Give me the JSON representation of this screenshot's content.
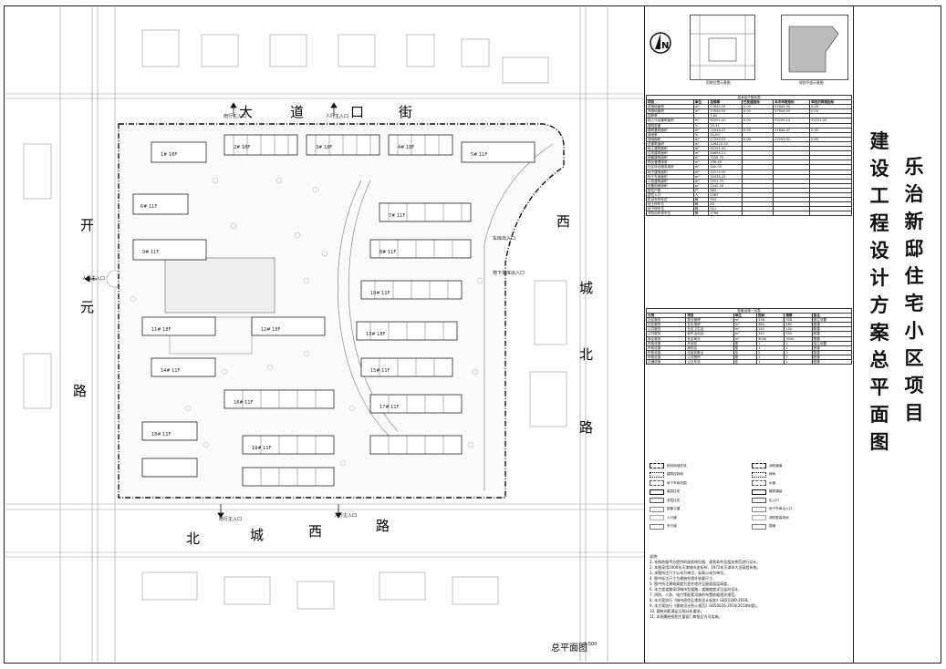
{
  "drawing": {
    "title_right": [
      "乐",
      "治",
      "新",
      "邸",
      "住",
      "宅",
      "小",
      "区",
      "项",
      "目"
    ],
    "title_left": [
      "建",
      "设",
      "工",
      "程",
      "设",
      "计",
      "方",
      "案",
      "总",
      "平",
      "面",
      "图"
    ],
    "plan_title": "总平面图",
    "plan_scale": "1:500"
  },
  "streets": {
    "top": [
      "大",
      "道",
      "口",
      "街"
    ],
    "left": [
      "开",
      "元",
      "路"
    ],
    "right": [
      "西",
      "城",
      "北",
      "路"
    ],
    "bottom": [
      "北",
      "城",
      "西",
      "路"
    ]
  },
  "entrances": {
    "ped_top_left": "南行主入口",
    "ped_top_right": "人行主入口",
    "ped_left": "人行主入口",
    "ped_bottom_left": "南行主入口",
    "ped_bottom_right": "入行主入口",
    "car_ramp_1": "车库出入口",
    "car_ramp_2": "地下车库出入口"
  },
  "thumbnails": {
    "left_label": "用地位置示意图",
    "right_label": "规划平面示意图"
  },
  "econ_table": {
    "title": "技术经济指标表",
    "header": [
      "项目",
      "单位",
      "总规模",
      "已批建指标",
      "本次申报指标",
      "审批的网络指标"
    ],
    "rows": [
      [
        "总用地面积",
        "m²",
        "57644.95",
        "0.00",
        "57644.95",
        "0.00"
      ],
      [
        "净用地面积",
        "m²",
        "57644.95",
        "0.00",
        "57644.95",
        "0.00"
      ],
      [
        "容积率",
        "",
        "1.60",
        "",
        "",
        ""
      ],
      [
        "地上计容建筑面积",
        "m²",
        "92251.00",
        "0.00",
        "92249.14",
        "92251.00"
      ],
      [
        "建筑密度",
        "%",
        "20.35",
        "",
        "",
        ""
      ],
      [
        "建筑基底面积",
        "m²",
        "11648.47",
        "0.00",
        "11648.47",
        "0.00"
      ],
      [
        "绿地率",
        "%",
        "30.00",
        "",
        "",
        ""
      ],
      [
        "绿地面积",
        "m²",
        "17293.52",
        "0.00",
        "17293.52",
        "0.00"
      ],
      [
        "总建筑面积",
        "m²",
        "126425.50",
        "",
        "",
        ""
      ],
      [
        "地上建筑面积",
        "m²",
        "92251.00",
        "",
        "",
        ""
      ],
      [
        "住宅建筑面积",
        "m²",
        "84694.21",
        "",
        "",
        ""
      ],
      [
        "配套建筑面积",
        "m²",
        "7556.79",
        "",
        "",
        ""
      ],
      [
        "物业管理用房",
        "m²",
        "338.49",
        "",
        "",
        ""
      ],
      [
        "社区综合服务用房",
        "m²",
        "480.00",
        "",
        "",
        ""
      ],
      [
        "地下建筑面积",
        "m²",
        "34174.50",
        "",
        "",
        ""
      ],
      [
        "地下车库面积",
        "m²",
        "30436.43",
        "",
        "",
        ""
      ],
      [
        "人防建筑面积",
        "m²",
        "7351.75",
        "",
        "",
        ""
      ],
      [
        "设备用房面积",
        "m²",
        "2342.09",
        "",
        "",
        ""
      ],
      [
        "居住户数",
        "户",
        "884",
        "",
        "",
        ""
      ],
      [
        "居住人口",
        "人",
        "2387",
        "",
        "",
        ""
      ],
      [
        "机动车停车位",
        "辆",
        "994",
        "",
        "",
        ""
      ],
      [
        "地上停车位",
        "辆",
        "83",
        "",
        "",
        ""
      ],
      [
        "地下停车位",
        "辆",
        "911",
        "",
        "",
        ""
      ],
      [
        "非机动车停车位",
        "辆",
        "1768",
        "",
        "",
        ""
      ]
    ]
  },
  "fac_table": {
    "title": "配套设施一览表",
    "header": [
      "分类",
      "项目",
      "单位",
      "指标",
      "规模",
      "备注"
    ],
    "rows": [
      [
        "社区服务",
        "物业管理",
        "m²",
        "338",
        "338",
        "独立设置"
      ],
      [
        "社区服务",
        "社区用房",
        "m²",
        "480",
        "480",
        "配建"
      ],
      [
        "公共服务",
        "社区卫生站",
        "m²",
        "150",
        "150",
        "配建"
      ],
      [
        "公共服务",
        "老年活动站",
        "m²",
        "350",
        "350",
        "配建"
      ],
      [
        "商业服务",
        "社区商业",
        "m²",
        "3000",
        "3000",
        "配建"
      ],
      [
        "市政设施",
        "开闭站",
        "座",
        "1",
        "1",
        "独立设置"
      ],
      [
        "市政设施",
        "换热站",
        "座",
        "1",
        "1",
        "配建"
      ],
      [
        "市政设施",
        "垃圾收集点",
        "处",
        "2",
        "2",
        "配建"
      ],
      [
        "市政设施",
        "公共厕所",
        "座",
        "1",
        "1",
        "配建"
      ],
      [
        "交通设施",
        "公交车站",
        "处",
        "1",
        "1",
        "配建"
      ]
    ]
  },
  "legend": [
    "规划用地红线",
    "建筑控制线",
    "地下车库范围",
    "高层住宅",
    "多层住宅",
    "配套公建",
    "人行道",
    "车行道",
    "消防通道",
    "绿地",
    "水景",
    "硬质铺装",
    "出入口",
    "地下车库出入口",
    "消防登高场地",
    "围墙"
  ],
  "notes": {
    "heading": "说明：",
    "lines": [
      "1. 本图依据甲方提供的现状地形图、规划条件及相关规范进行设计。",
      "2. 本图采用2000年天津城市坐标系，1972年天津市大沽高程系统。",
      "3. 本图所注尺寸以米为单位，标高以米为单位。",
      "4. 图中标注尺寸为建筑外墙外轮廓尺寸。",
      "5. 图中所注建筑高度为室外地坪至屋面面层高度。",
      "6. 本工程道路采用城市型道路，道路坡度详见竖向设计。",
      "7. 消防、人防、电力等配套设施的布置依据相关规范。",
      "8. 本方案执行《城市居住区规划设计标准》GB50180-2018。",
      "9. 本方案执行《建筑设计防火规范》GB50016-2014(2018年版)。",
      "10. 建筑间距满足日照分析要求。",
      "11. 本图需经规划主管部门审批后方可实施。"
    ]
  },
  "buildings": [
    {
      "id": "1#",
      "floors": "18F"
    },
    {
      "id": "2#",
      "floors": "18F"
    },
    {
      "id": "3#",
      "floors": "18F"
    },
    {
      "id": "4#",
      "floors": "18F"
    },
    {
      "id": "5#",
      "floors": "11F"
    },
    {
      "id": "6#",
      "floors": "11F"
    },
    {
      "id": "7#",
      "floors": "11F"
    },
    {
      "id": "8#",
      "floors": "11F"
    },
    {
      "id": "9#",
      "floors": "11F"
    },
    {
      "id": "10#",
      "floors": "11F"
    },
    {
      "id": "11#",
      "floors": "18F"
    },
    {
      "id": "12#",
      "floors": "18F"
    },
    {
      "id": "13#",
      "floors": "18F"
    },
    {
      "id": "14#",
      "floors": "11F"
    },
    {
      "id": "15#",
      "floors": "11F"
    },
    {
      "id": "16#",
      "floors": "11F"
    },
    {
      "id": "17#",
      "floors": "11F"
    },
    {
      "id": "18#",
      "floors": "11F"
    },
    {
      "id": "19#",
      "floors": "11F"
    }
  ]
}
